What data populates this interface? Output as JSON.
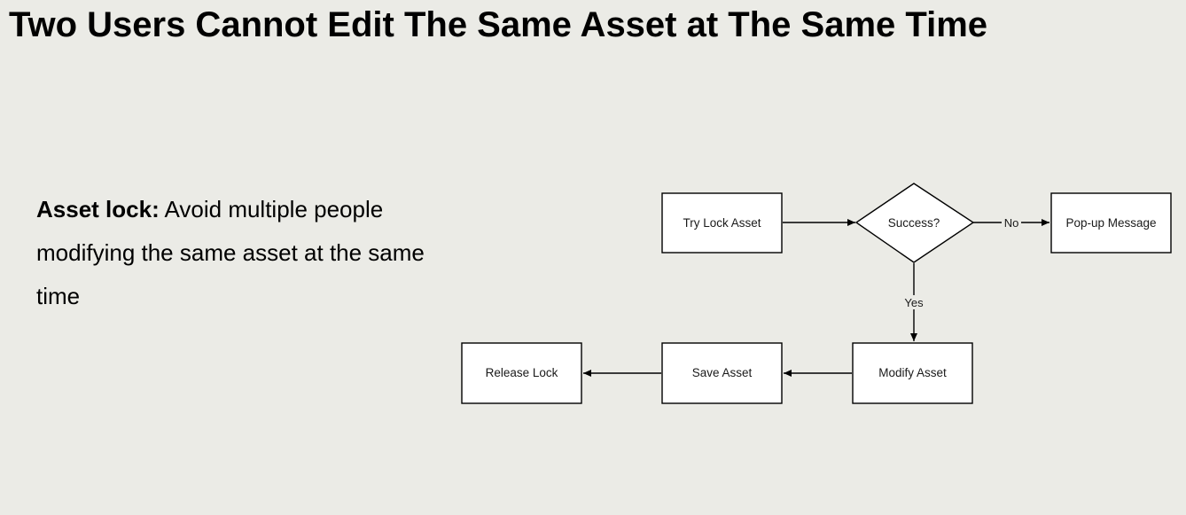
{
  "slide": {
    "title": "Two Users Cannot Edit The Same Asset at The Same Time",
    "description_term": "Asset lock:",
    "description_text": " Avoid multiple people modifying the same asset at the same time"
  },
  "flowchart": {
    "nodes": {
      "try_lock": "Try Lock Asset",
      "success": "Success?",
      "popup": "Pop-up Message",
      "modify": "Modify Asset",
      "save": "Save Asset",
      "release": "Release Lock"
    },
    "edges": {
      "no_label": "No",
      "yes_label": "Yes"
    }
  }
}
